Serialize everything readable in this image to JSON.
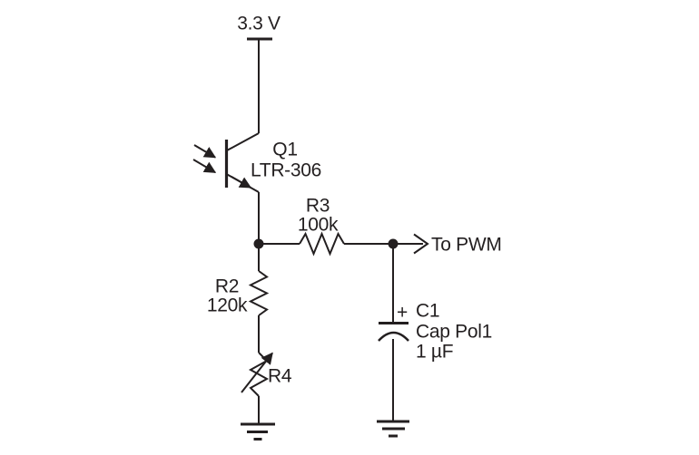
{
  "colors": {
    "ink": "#231f20",
    "background": "#ffffff"
  },
  "circuit": {
    "power": {
      "label": "3.3 V"
    },
    "q1": {
      "ref": "Q1",
      "part": "LTR-306"
    },
    "r3": {
      "ref": "R3",
      "value": "100k"
    },
    "r2": {
      "ref": "R2",
      "value": "120k"
    },
    "r4": {
      "ref": "R4"
    },
    "c1": {
      "polarity": "+",
      "ref": "C1",
      "kind": "Cap Pol1",
      "value": "1 µF"
    },
    "output": {
      "label": "To PWM"
    }
  }
}
